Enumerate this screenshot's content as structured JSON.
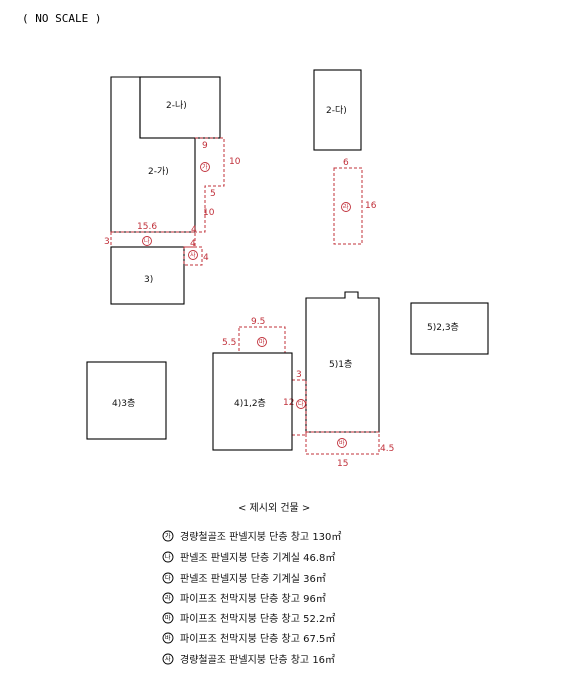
{
  "title": "( NO SCALE )",
  "buildings": {
    "b2na": "2-나)",
    "b2da": "2-다)",
    "b2ga": "2-가)",
    "b3": "3)",
    "b523": "5)2,3층",
    "b51": "5)1층",
    "b43": "4)3층",
    "b412": "4)1,2층"
  },
  "marks": {
    "ga": "가",
    "na": "나",
    "da": "다",
    "ra": "라",
    "ma": "마",
    "ba": "바",
    "sa": "사"
  },
  "dimensions": {
    "ga_top": "9",
    "ga_side": "10",
    "ga_step": "5",
    "ga_lower": "10",
    "ra_top": "6",
    "ra_side": "16",
    "na_width": "15.6",
    "na_left": "3",
    "na_right": "4",
    "sa_top": "4",
    "sa_side": "4",
    "ma_top": "9.5",
    "ma_side": "5.5",
    "da_top": "3",
    "da_side": "12",
    "ba_side": "4.5",
    "ba_bottom": "15"
  },
  "legend": {
    "title": "< 제시외 건물 >",
    "items": [
      {
        "mark": "가",
        "text": "경량철골조 판넬지붕 단층  창고  130㎡"
      },
      {
        "mark": "나",
        "text": "판넬조 판넬지붕 단층   기계실  46.8㎡"
      },
      {
        "mark": "다",
        "text": "판넬조 판넬지붕 단층   기계실  36㎡"
      },
      {
        "mark": "라",
        "text": "파이프조 천막지붕 단층  창고  96㎡"
      },
      {
        "mark": "마",
        "text": "파이프조 천막지붕 단층  창고  52.2㎡"
      },
      {
        "mark": "바",
        "text": "파이프조 천막지붕 단층  창고  67.5㎡"
      },
      {
        "mark": "사",
        "text": "경량철골조 판넬지붕 단층  창고  16㎡"
      }
    ]
  }
}
